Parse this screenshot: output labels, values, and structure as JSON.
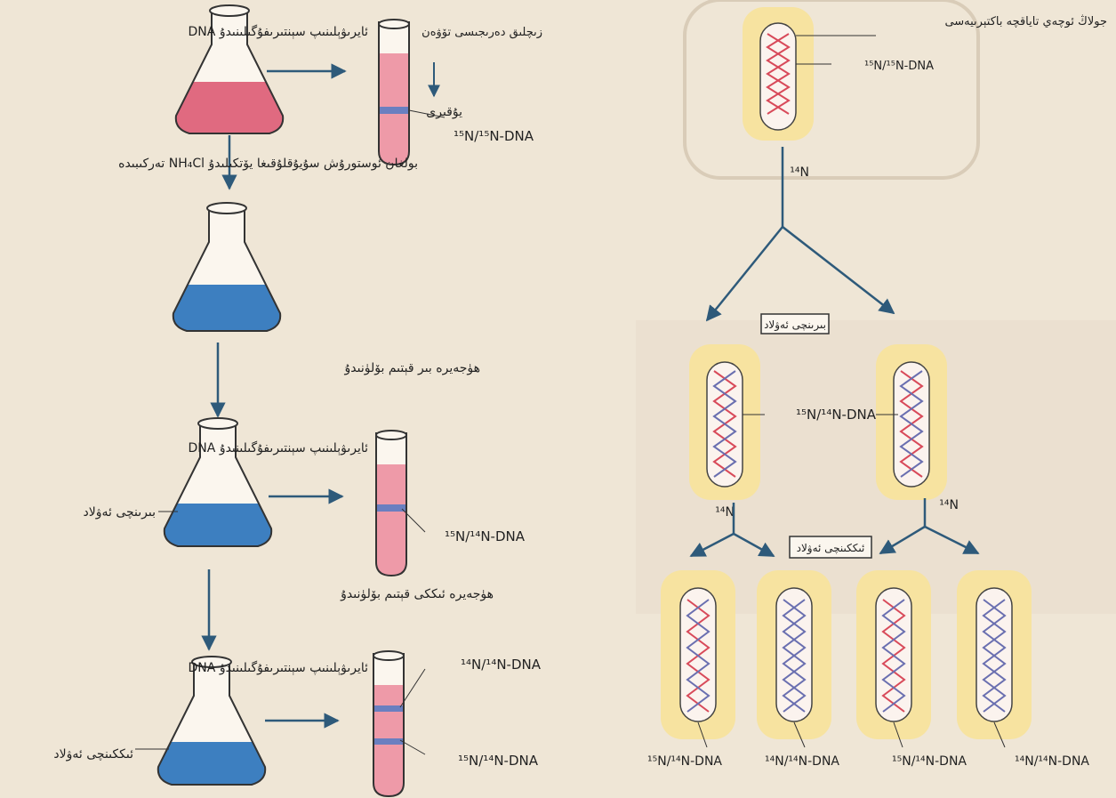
{
  "left_panel": {
    "label_dna_centrifuge": "DNA ئايرىۋېلىنىپ سېنتىرىفۇگىلىنىدۇ",
    "label_density_gradient": "زىچلىق دەرىجىسى تۆۋەن",
    "label_high": "يۇقىرى",
    "label_n15_n15": "¹⁵N/¹⁵N-DNA",
    "label_transfer": "تەركىبىدە NH₄Cl بولغان ئوستورۇش سۇيۇقلۇقىغا يۆتكىلىدۇ",
    "label_first_split": "ھۈجەيرە بىر قېتىم بۆلۈنىدۇ",
    "label_first_gen": "بىرىنچى ئەۋلاد",
    "label_n15_n14": "¹⁵N/¹⁴N-DNA",
    "label_second_split": "ھۈجەيرە ئىككى قېتىم بۆلۈنىدۇ",
    "label_second_gen": "ئىككىنچى ئەۋلاد",
    "label_n14_n14": "¹⁴N/¹⁴N-DNA"
  },
  "right_panel": {
    "label_parent": "جولاڭ ئوچەي تاياقچە باكتېرىيەسى",
    "label_parent_dna": "¹⁵N/¹⁵N-DNA",
    "label_n14": "¹⁴N",
    "label_first_gen_box": "بىرىنچى ئەۋلاد",
    "label_first_gen_dna": "¹⁵N/¹⁴N-DNA",
    "label_second_gen_box": "ئىككىنچى ئەۋلاد",
    "bottom_labels": [
      "¹⁵N/¹⁴N-DNA",
      "¹⁴N/¹⁴N-DNA",
      "¹⁵N/¹⁴N-DNA",
      "¹⁴N/¹⁴N-DNA"
    ]
  },
  "colors": {
    "pink_medium": "#e06a80",
    "blue_medium": "#3d7fc0",
    "arrow": "#2e5a7a",
    "cell_fill": "#f7e3a0",
    "strand_red": "#d84a5a",
    "strand_blue": "#6a6fb0"
  }
}
